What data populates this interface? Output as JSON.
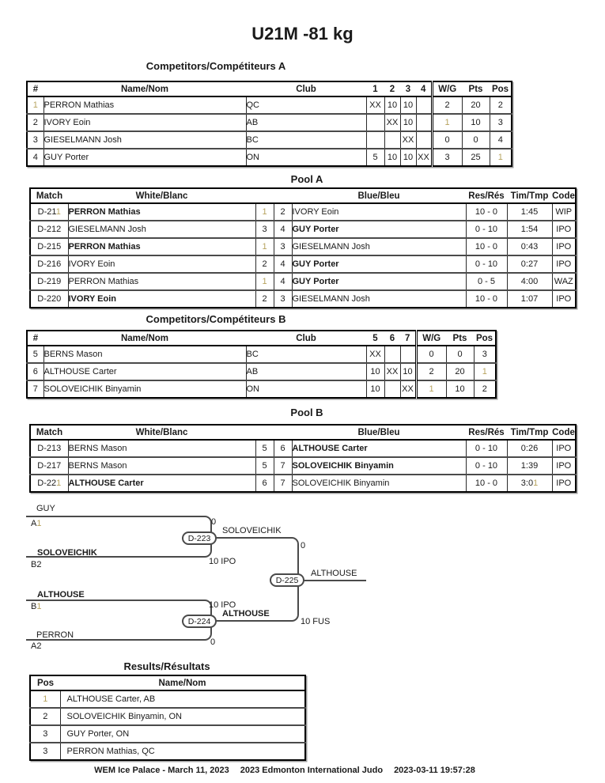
{
  "page": {
    "title": "U21M -81 kg",
    "footer": {
      "venue_date": "WEM Ice Palace - March 11, 2023",
      "event": "2023 Edmonton International Judo",
      "timestamp": "2023-03-11 19:57:28"
    }
  },
  "colors": {
    "tan_digit": "#b7a35f",
    "bracket_line": "#4a4a4a",
    "text": "#1a1a1a"
  },
  "competitorsA": {
    "title": "Competitors/Compétiteurs A",
    "headers": {
      "num": "#",
      "name": "Name/Nom",
      "club": "Club",
      "r1": "1",
      "r2": "2",
      "r3": "3",
      "r4": "4",
      "wg": "W/G",
      "pts": "Pts",
      "pos": "Pos"
    },
    "rows": [
      {
        "num": "1",
        "name": "PERRON Mathias",
        "club": "QC",
        "r1": "XX",
        "r2": "10",
        "r3": "10",
        "r4": "",
        "wg": "2",
        "pts": "20",
        "pos": "2"
      },
      {
        "num": "2",
        "name": "IVORY Eoin",
        "club": "AB",
        "r1": "",
        "r2": "XX",
        "r3": "10",
        "r4": "",
        "wg": "1",
        "pts": "10",
        "pos": "3"
      },
      {
        "num": "3",
        "name": "GIESELMANN Josh",
        "club": "BC",
        "r1": "",
        "r2": "",
        "r3": "XX",
        "r4": "",
        "wg": "0",
        "pts": "0",
        "pos": "4"
      },
      {
        "num": "4",
        "name": "GUY Porter",
        "club": "ON",
        "r1": "5",
        "r2": "10",
        "r3": "10",
        "r4": "XX",
        "wg": "3",
        "pts": "25",
        "pos": "1"
      }
    ]
  },
  "poolA": {
    "title": "Pool A",
    "headers": {
      "match": "Match",
      "white": "White/Blanc",
      "blue": "Blue/Bleu",
      "res": "Res/Rés",
      "tim": "Tim/Tmp",
      "code": "Code"
    },
    "rows": [
      {
        "match": "D-211",
        "white": "PERRON Mathias",
        "wnum": "1",
        "bnum": "2",
        "blue": "IVORY Eoin",
        "res": "10 - 0",
        "tim": "1:45",
        "code": "WIP"
      },
      {
        "match": "D-212",
        "white": "GIESELMANN Josh",
        "wnum": "3",
        "bnum": "4",
        "blue": "GUY Porter",
        "res": "0 - 10",
        "tim": "1:54",
        "code": "IPO"
      },
      {
        "match": "D-215",
        "white": "PERRON Mathias",
        "wnum": "1",
        "bnum": "3",
        "blue": "GIESELMANN Josh",
        "res": "10 - 0",
        "tim": "0:43",
        "code": "IPO"
      },
      {
        "match": "D-216",
        "white": "IVORY Eoin",
        "wnum": "2",
        "bnum": "4",
        "blue": "GUY Porter",
        "res": "0 - 10",
        "tim": "0:27",
        "code": "IPO"
      },
      {
        "match": "D-219",
        "white": "PERRON Mathias",
        "wnum": "1",
        "bnum": "4",
        "blue": "GUY Porter",
        "res": "0 - 5",
        "tim": "4:00",
        "code": "WAZ"
      },
      {
        "match": "D-220",
        "white": "IVORY Eoin",
        "wnum": "2",
        "bnum": "3",
        "blue": "GIESELMANN Josh",
        "res": "10 - 0",
        "tim": "1:07",
        "code": "IPO"
      }
    ]
  },
  "competitorsB": {
    "title": "Competitors/Compétiteurs B",
    "headers": {
      "num": "#",
      "name": "Name/Nom",
      "club": "Club",
      "r5": "5",
      "r6": "6",
      "r7": "7",
      "wg": "W/G",
      "pts": "Pts",
      "pos": "Pos"
    },
    "rows": [
      {
        "num": "5",
        "name": "BERNS Mason",
        "club": "BC",
        "r5": "XX",
        "r6": "",
        "r7": "",
        "wg": "0",
        "pts": "0",
        "pos": "3"
      },
      {
        "num": "6",
        "name": "ALTHOUSE Carter",
        "club": "AB",
        "r5": "10",
        "r6": "XX",
        "r7": "10",
        "wg": "2",
        "pts": "20",
        "pos": "1"
      },
      {
        "num": "7",
        "name": "SOLOVEICHIK Binyamin",
        "club": "ON",
        "r5": "10",
        "r6": "",
        "r7": "XX",
        "wg": "1",
        "pts": "10",
        "pos": "2"
      }
    ]
  },
  "poolB": {
    "title": "Pool B",
    "headers": {
      "match": "Match",
      "white": "White/Blanc",
      "blue": "Blue/Bleu",
      "res": "Res/Rés",
      "tim": "Tim/Tmp",
      "code": "Code"
    },
    "rows": [
      {
        "match": "D-213",
        "white": "BERNS Mason",
        "wnum": "5",
        "bnum": "6",
        "blue": "ALTHOUSE Carter",
        "res": "0 - 10",
        "tim": "0:26",
        "code": "IPO"
      },
      {
        "match": "D-217",
        "white": "BERNS Mason",
        "wnum": "5",
        "bnum": "7",
        "blue": "SOLOVEICHIK Binyamin",
        "res": "0 - 10",
        "tim": "1:39",
        "code": "IPO"
      },
      {
        "match": "D-221",
        "white": "ALTHOUSE Carter",
        "wnum": "6",
        "bnum": "7",
        "blue": "SOLOVEICHIK Binyamin",
        "res": "10 - 0",
        "tim": "3:01",
        "code": "IPO"
      }
    ]
  },
  "bracket": {
    "semi1": {
      "match": "D-223",
      "top_name": "GUY",
      "top_seed": "A1",
      "top_score": "0",
      "bottom_name": "SOLOVEICHIK",
      "bottom_seed": "B2",
      "bottom_score": "10 IPO",
      "winner": "SOLOVEICHIK"
    },
    "semi2": {
      "match": "D-224",
      "top_name": "ALTHOUSE",
      "top_seed": "B1",
      "top_score": "10 IPO",
      "bottom_name": "PERRON",
      "bottom_seed": "A2",
      "bottom_score": "0",
      "winner": "ALTHOUSE"
    },
    "final": {
      "match": "D-225",
      "top_score": "0",
      "bottom_score": "10 FUS",
      "winner": "ALTHOUSE"
    }
  },
  "results": {
    "title": "Results/Résultats",
    "headers": {
      "pos": "Pos",
      "name": "Name/Nom"
    },
    "rows": [
      {
        "pos": "1",
        "name": "ALTHOUSE Carter, AB"
      },
      {
        "pos": "2",
        "name": "SOLOVEICHIK Binyamin, ON"
      },
      {
        "pos": "3",
        "name": "GUY Porter, ON"
      },
      {
        "pos": "3",
        "name": "PERRON Mathias, QC"
      }
    ]
  }
}
